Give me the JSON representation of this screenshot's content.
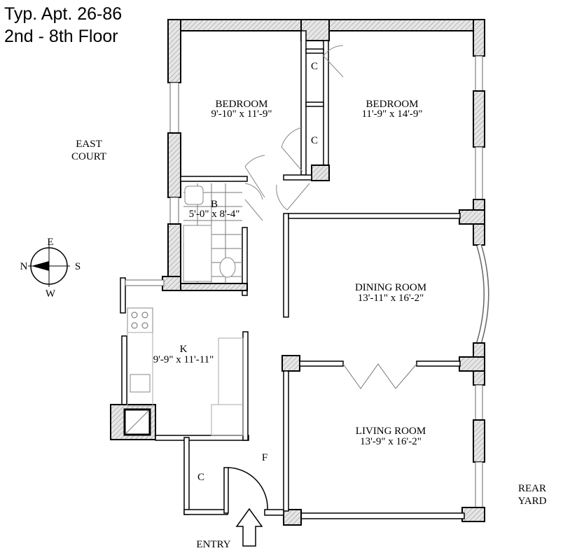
{
  "title": {
    "line1": "Typ. Apt. 26-86",
    "line2": "2nd - 8th Floor"
  },
  "labels": {
    "east_court_1": "EAST",
    "east_court_2": "COURT",
    "rear_yard_1": "REAR",
    "rear_yard_2": "YARD",
    "entry": "ENTRY",
    "foyer": "F"
  },
  "rooms": [
    {
      "name": "BEDROOM",
      "size": "9'-10\" x 11'-9\""
    },
    {
      "name": "BEDROOM",
      "size": "11'-9\" x 14'-9\""
    },
    {
      "name": "B",
      "size": "5'-0\" x 8'-4\""
    },
    {
      "name": "DINING ROOM",
      "size": "13'-11\" x 16'-2\""
    },
    {
      "name": "K",
      "size": "9'-9\" x 11'-11\""
    },
    {
      "name": "LIVING ROOM",
      "size": "13'-9\" x 16'-2\""
    }
  ],
  "closets": [
    "C",
    "C",
    "C"
  ],
  "compass": {
    "n": "N",
    "s": "S",
    "e": "E",
    "w": "W"
  }
}
